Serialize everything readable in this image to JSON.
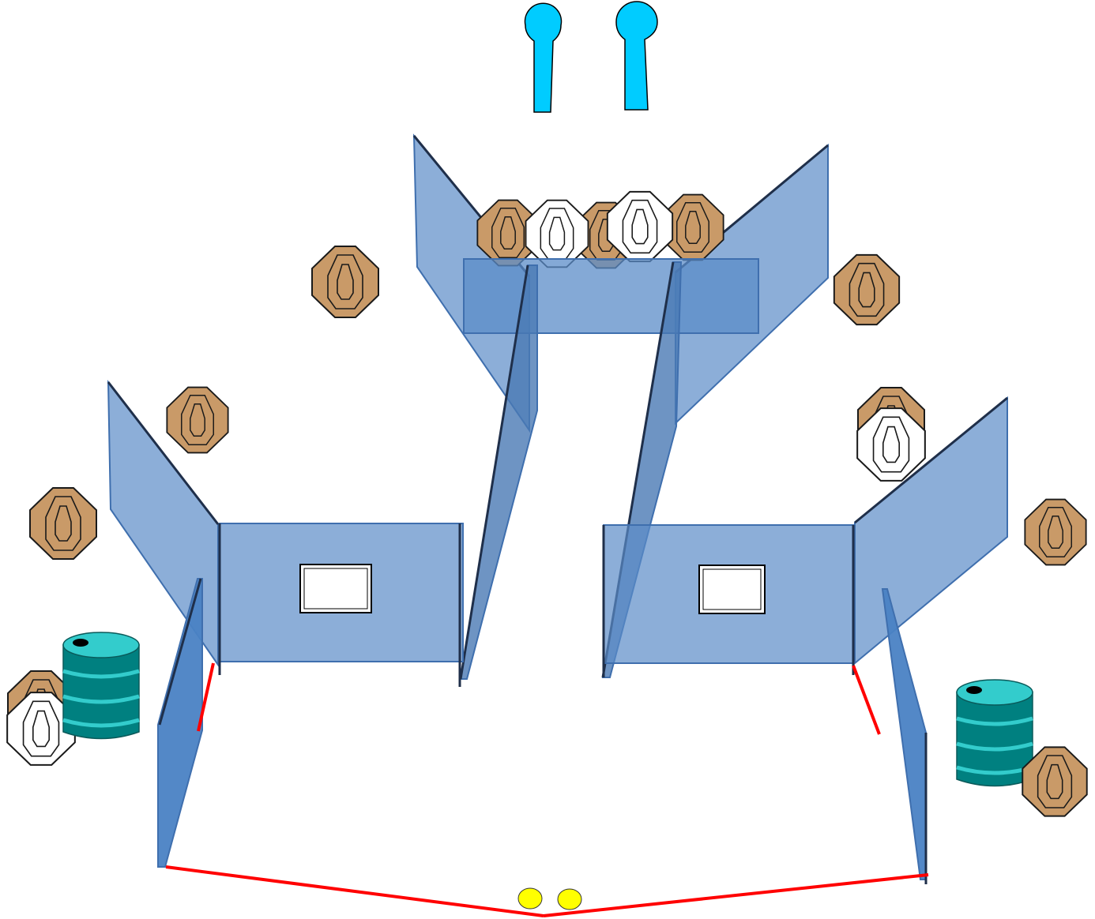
{
  "colors": {
    "wall_fill": "#5b8cc8",
    "wall_dark": "#3f6fae",
    "wall_edge": "#1f2f4a",
    "paper_target": "#c99a68",
    "no_shoot_target": "#ffffff",
    "target_outline": "#1a1a1a",
    "steel_popper": "#00ccff",
    "barrel_body": "#008080",
    "barrel_top": "#33cccc",
    "fault_line": "#ff0000",
    "start_marker": "#ffff00"
  },
  "legend": {
    "paper_target": "octagon-paper-target-icon",
    "no_shoot": "white-no-shoot-target-icon",
    "popper": "steel-popper-icon",
    "barrel": "oil-barrel-icon",
    "wall": "vision-barrier-wall",
    "fault_line": "red-fault-line",
    "start_position": "yellow-start-marker"
  },
  "counts": {
    "paper_targets": 15,
    "no_shoot_targets": 4,
    "steel_poppers": 2,
    "barrels": 2,
    "windows": 2
  }
}
